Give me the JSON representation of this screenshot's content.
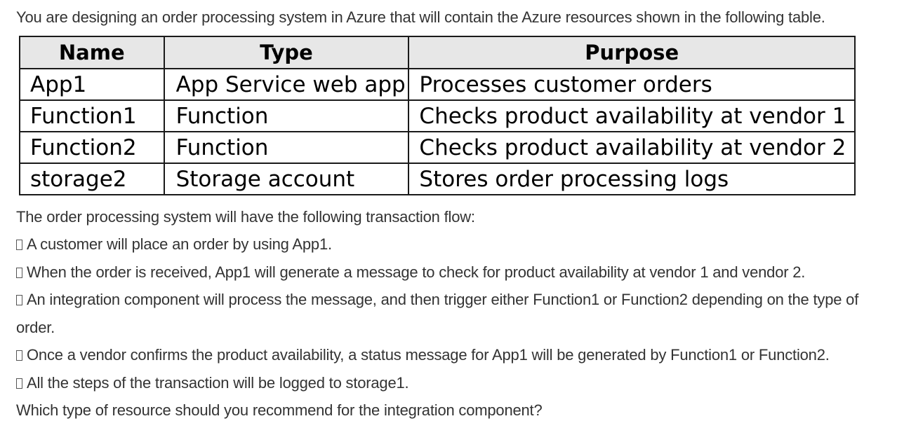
{
  "intro": "You are designing an order processing system in Azure that will contain the Azure resources shown in the following table.",
  "table": {
    "headers": [
      "Name",
      "Type",
      "Purpose"
    ],
    "rows": [
      [
        "App1",
        "App Service web app",
        "Processes customer orders"
      ],
      [
        "Function1",
        "Function",
        "Checks product availability at vendor 1"
      ],
      [
        "Function2",
        "Function",
        "Checks product availability at vendor 2"
      ],
      [
        "storage2",
        "Storage account",
        "Stores order processing logs"
      ]
    ]
  },
  "flow_intro": "The order processing system will have the following transaction flow:",
  "bullets": [
    "A customer will place an order by using App1.",
    "When the order is received, App1 will generate a message to check for product availability at vendor 1 and vendor 2.",
    "An integration component will process the message, and then trigger either Function1 or Function2 depending on the type of",
    "order.",
    "Once a vendor confirms the product availability, a status message for App1 will be generated by Function1 or Function2.",
    "All the steps of the transaction will be logged to storage1."
  ],
  "question": "Which type of resource should you recommend for the integration component?"
}
